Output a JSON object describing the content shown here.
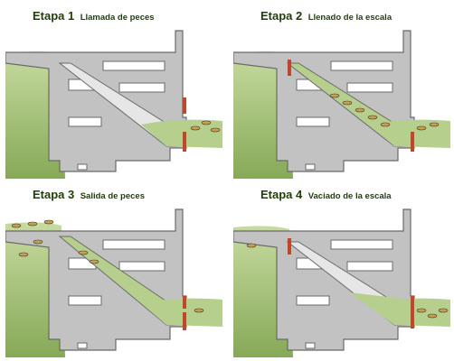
{
  "colors": {
    "water": "#b7cf8c",
    "water_dark": "#8fb05e",
    "concrete": "#c2c2c2",
    "concrete_edge": "#6a6a6a",
    "gate": "#c1472c",
    "fish": "#c9a04a",
    "title": "#1f3d0a"
  },
  "panels": [
    {
      "stage": "Etapa 1",
      "description": "Llamada de peces"
    },
    {
      "stage": "Etapa 2",
      "description": "Llenado de la escala"
    },
    {
      "stage": "Etapa 3",
      "description": "Salida de peces"
    },
    {
      "stage": "Etapa 4",
      "description": "Vaciado de la escala"
    }
  ]
}
